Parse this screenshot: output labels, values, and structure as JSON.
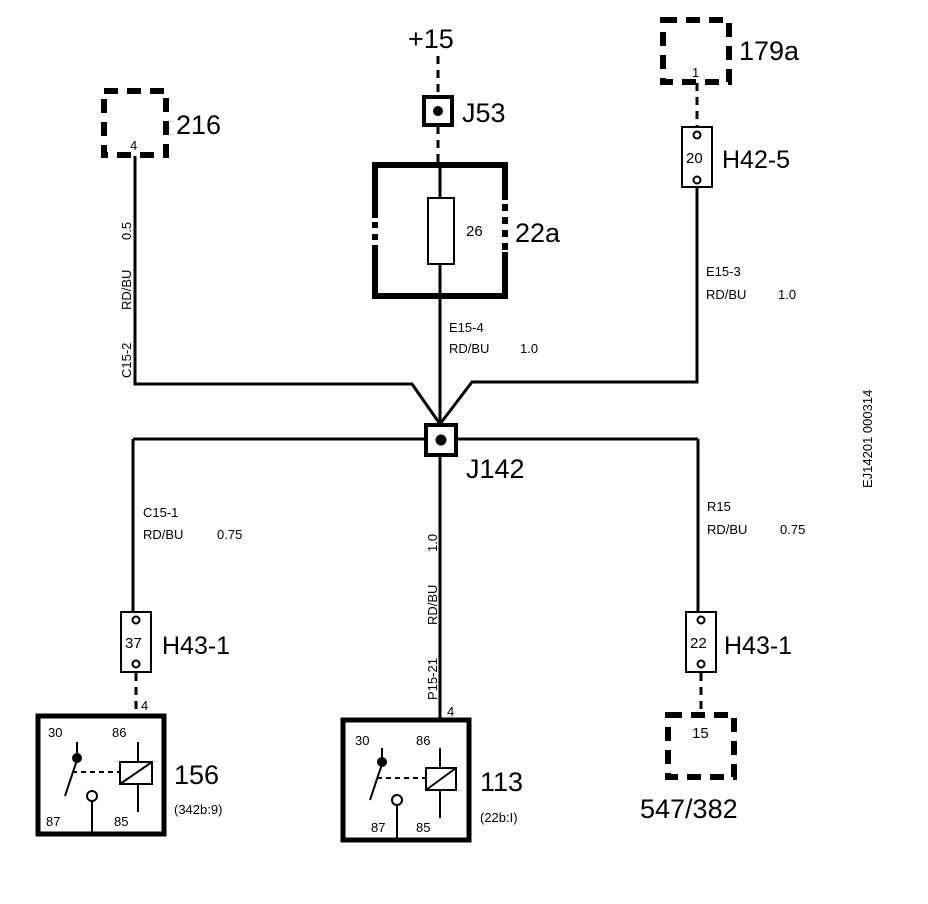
{
  "supply": {
    "label": "+15"
  },
  "junctions": {
    "j53": "J53",
    "j142": "J142"
  },
  "fuse": {
    "number": "26",
    "box_label": "22a"
  },
  "connectors": {
    "c216": {
      "label": "216",
      "pin": "4"
    },
    "c179a": {
      "label": "179a",
      "pin": "1"
    },
    "c547": {
      "label": "547/382",
      "pin": "15"
    },
    "h42_5": {
      "label": "H42-5",
      "pin": "20"
    },
    "h43_1_left": {
      "label": "H43-1",
      "pin": "37"
    },
    "h43_1_right": {
      "label": "H43-1",
      "pin": "22"
    }
  },
  "wires": {
    "left_top": {
      "id": "C15-2",
      "color": "RD/BU",
      "size": "0.5"
    },
    "center_top": {
      "id": "E15-4",
      "color": "RD/BU",
      "size": "1.0"
    },
    "right_top": {
      "id": "E15-3",
      "color": "RD/BU",
      "size": "1.0"
    },
    "left_bottom": {
      "id": "C15-1",
      "color": "RD/BU",
      "size": "0.75"
    },
    "center_bottom": {
      "id": "P15-21",
      "color": "RD/BU",
      "size": "1.0"
    },
    "right_bottom": {
      "id": "R15",
      "color": "RD/BU",
      "size": "0.75"
    }
  },
  "relays": {
    "r156": {
      "label": "156",
      "ref": "(342b:9)",
      "pin_in": "4",
      "t30": "30",
      "t86": "86",
      "t87": "87",
      "t85": "85"
    },
    "r113": {
      "label": "113",
      "ref": "(22b:I)",
      "pin_in": "4",
      "t30": "30",
      "t86": "86",
      "t87": "87",
      "t85": "85"
    }
  },
  "drawing_id": "EJ14201 000314"
}
